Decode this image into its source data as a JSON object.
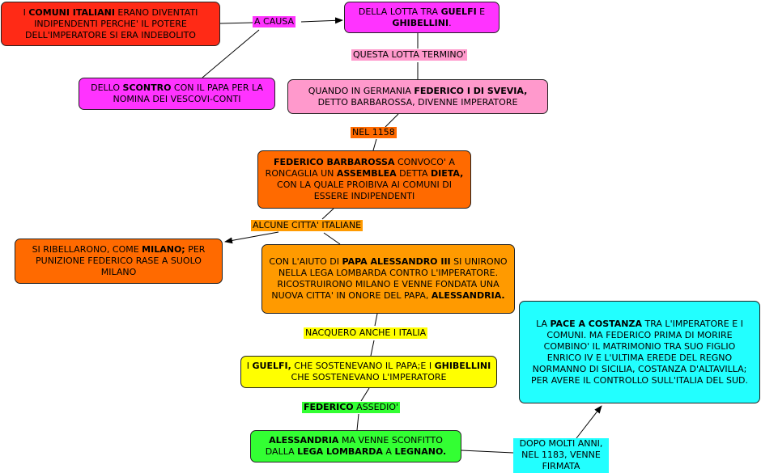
{
  "colors": {
    "red": "#ff2a16",
    "magenta": "#ff33ff",
    "pink": "#ff99cc",
    "dark_orange": "#ff6a00",
    "orange": "#ff9a00",
    "yellow": "#ffff00",
    "green": "#33ff33",
    "cyan": "#22ffff",
    "line": "#000000"
  },
  "nodes": {
    "comuni": [
      "I ",
      "COMUNI ITALIANI",
      " ERANO DIVENTATI INDIPENDENTI PERCHE' IL POTERE DELL'IMPERATORE SI ERA INDEBOLITO"
    ],
    "lotta": [
      "DELLA LOTTA TRA ",
      "GUELFI",
      " E ",
      "GHIBELLINI",
      "."
    ],
    "scontro": [
      "DELLO ",
      "SCONTRO",
      " CON IL PAPA PER LA NOMINA DEI VESCOVI-CONTI"
    ],
    "germania": [
      "QUANDO IN GERMANIA ",
      "FEDERICO I DI SVEVIA,",
      " DETTO BARBAROSSA, DIVENNE IMPERATORE"
    ],
    "barbarossa": [
      "",
      "FEDERICO BARBAROSSA",
      " CONVOCO' A RONCAGLIA UN ",
      "ASSEMBLEA",
      " DETTA ",
      "DIETA,",
      " CON LA QUALE PROIBIVA AI COMUNI DI ESSERE INDIPENDENTI"
    ],
    "ribellarono": [
      "SI RIBELLARONO, COME ",
      "MILANO;",
      " PER PUNIZIONE FEDERICO RASE A SUOLO MILANO"
    ],
    "papa": [
      "CON L'AIUTO DI ",
      "PAPA ALESSANDRO III",
      " SI UNIRONO NELLA LEGA LOMBARDA CONTRO L'IMPERATORE. RICOSTRUIRONO MILANO E VENNE FONDATA UNA NUOVA CITTA' IN ONORE DEL  PAPA, ",
      "ALESSANDRIA."
    ],
    "guelfi": [
      "I ",
      "GUELFI,",
      " CHE SOSTENEVANO IL PAPA;E I ",
      "GHIBELLINI",
      " CHE SOSTENEVANO L'IMPERATORE"
    ],
    "alessandria": [
      "",
      "ALESSANDRIA",
      " MA VENNE SCONFITTO DALLA ",
      "LEGA LOMBARDA",
      " A ",
      "LEGNANO."
    ],
    "pace": [
      "LA ",
      "PACE A COSTANZA",
      " TRA L'IMPERATORE E I COMUNI. MA FEDERICO PRIMA DI MORIRE COMBINO' IL MATRIMONIO TRA SUO FIGLIO ENRICO IV E L'ULTIMA EREDE DEL REGNO NORMANNO DI SICILIA, COSTANZA D'ALTAVILLA; PER AVERE IL CONTROLLO SULL'ITALIA DEL SUD."
    ]
  },
  "labels": {
    "a_causa": "A CAUSA",
    "lotta_termino": "QUESTA LOTTA TERMINO'",
    "nel_1158": "NEL 1158",
    "alcune_citta": "ALCUNE CITTA' ITALIANE",
    "nacquero": "NACQUERO ANCHE I ITALIA",
    "federico_assedio": [
      "FEDERICO",
      " ASSEDIO'"
    ],
    "dopo_anni": "DOPO MOLTI ANNI, NEL 1183, VENNE FIRMATA"
  }
}
